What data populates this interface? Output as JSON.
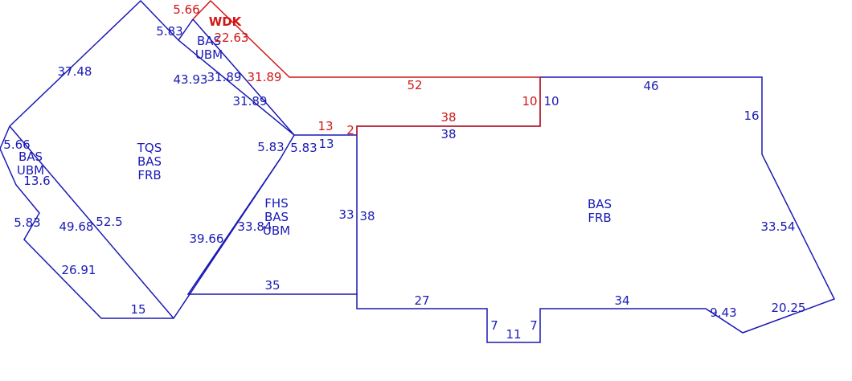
{
  "colors": {
    "blue": "#1a1ab4",
    "red": "#d01818",
    "background": "#ffffff"
  },
  "areas": {
    "tqs": [
      "TQS",
      "BAS",
      "FRB"
    ],
    "bas_ubm_top": [
      "BAS",
      "UBM"
    ],
    "bas_ubm_left": [
      "BAS",
      "UBM"
    ],
    "fhs": [
      "FHS",
      "BAS",
      "UBM"
    ],
    "bas_frb": [
      "BAS",
      "FRB"
    ],
    "wdk": "WDK"
  },
  "dims": {
    "d_5_66_top": "5.66",
    "d_22_63": "22.63",
    "d_5_83_top": "5.83",
    "d_37_48": "37.48",
    "d_43_93": "43.93",
    "d_31_89_blue": "31.89",
    "d_31_89_red": "31.89",
    "d_31_89_diag": "31.89",
    "d_52": "52",
    "d_46": "46",
    "d_10_red": "10",
    "d_10_blue": "10",
    "d_38_red": "38",
    "d_38_blue": "38",
    "d_16": "16",
    "d_13_red": "13",
    "d_2": "2",
    "d_13_blue": "13",
    "d_5_83_a": "5.83",
    "d_5_83_b": "5.83",
    "d_5_66_left": "5.66",
    "d_13_6": "13.6",
    "d_5_83_left": "5.83",
    "d_49_68": "49.68",
    "d_52_5": "52.5",
    "d_26_91": "26.91",
    "d_15": "15",
    "d_39_66": "39.66",
    "d_33_84": "33.84",
    "d_33": "33",
    "d_38_mid": "38",
    "d_35": "35",
    "d_33_54": "33.54",
    "d_27": "27",
    "d_34": "34",
    "d_7_a": "7",
    "d_11": "11",
    "d_7_b": "7",
    "d_9_43": "9.43",
    "d_20_25": "20.25"
  }
}
